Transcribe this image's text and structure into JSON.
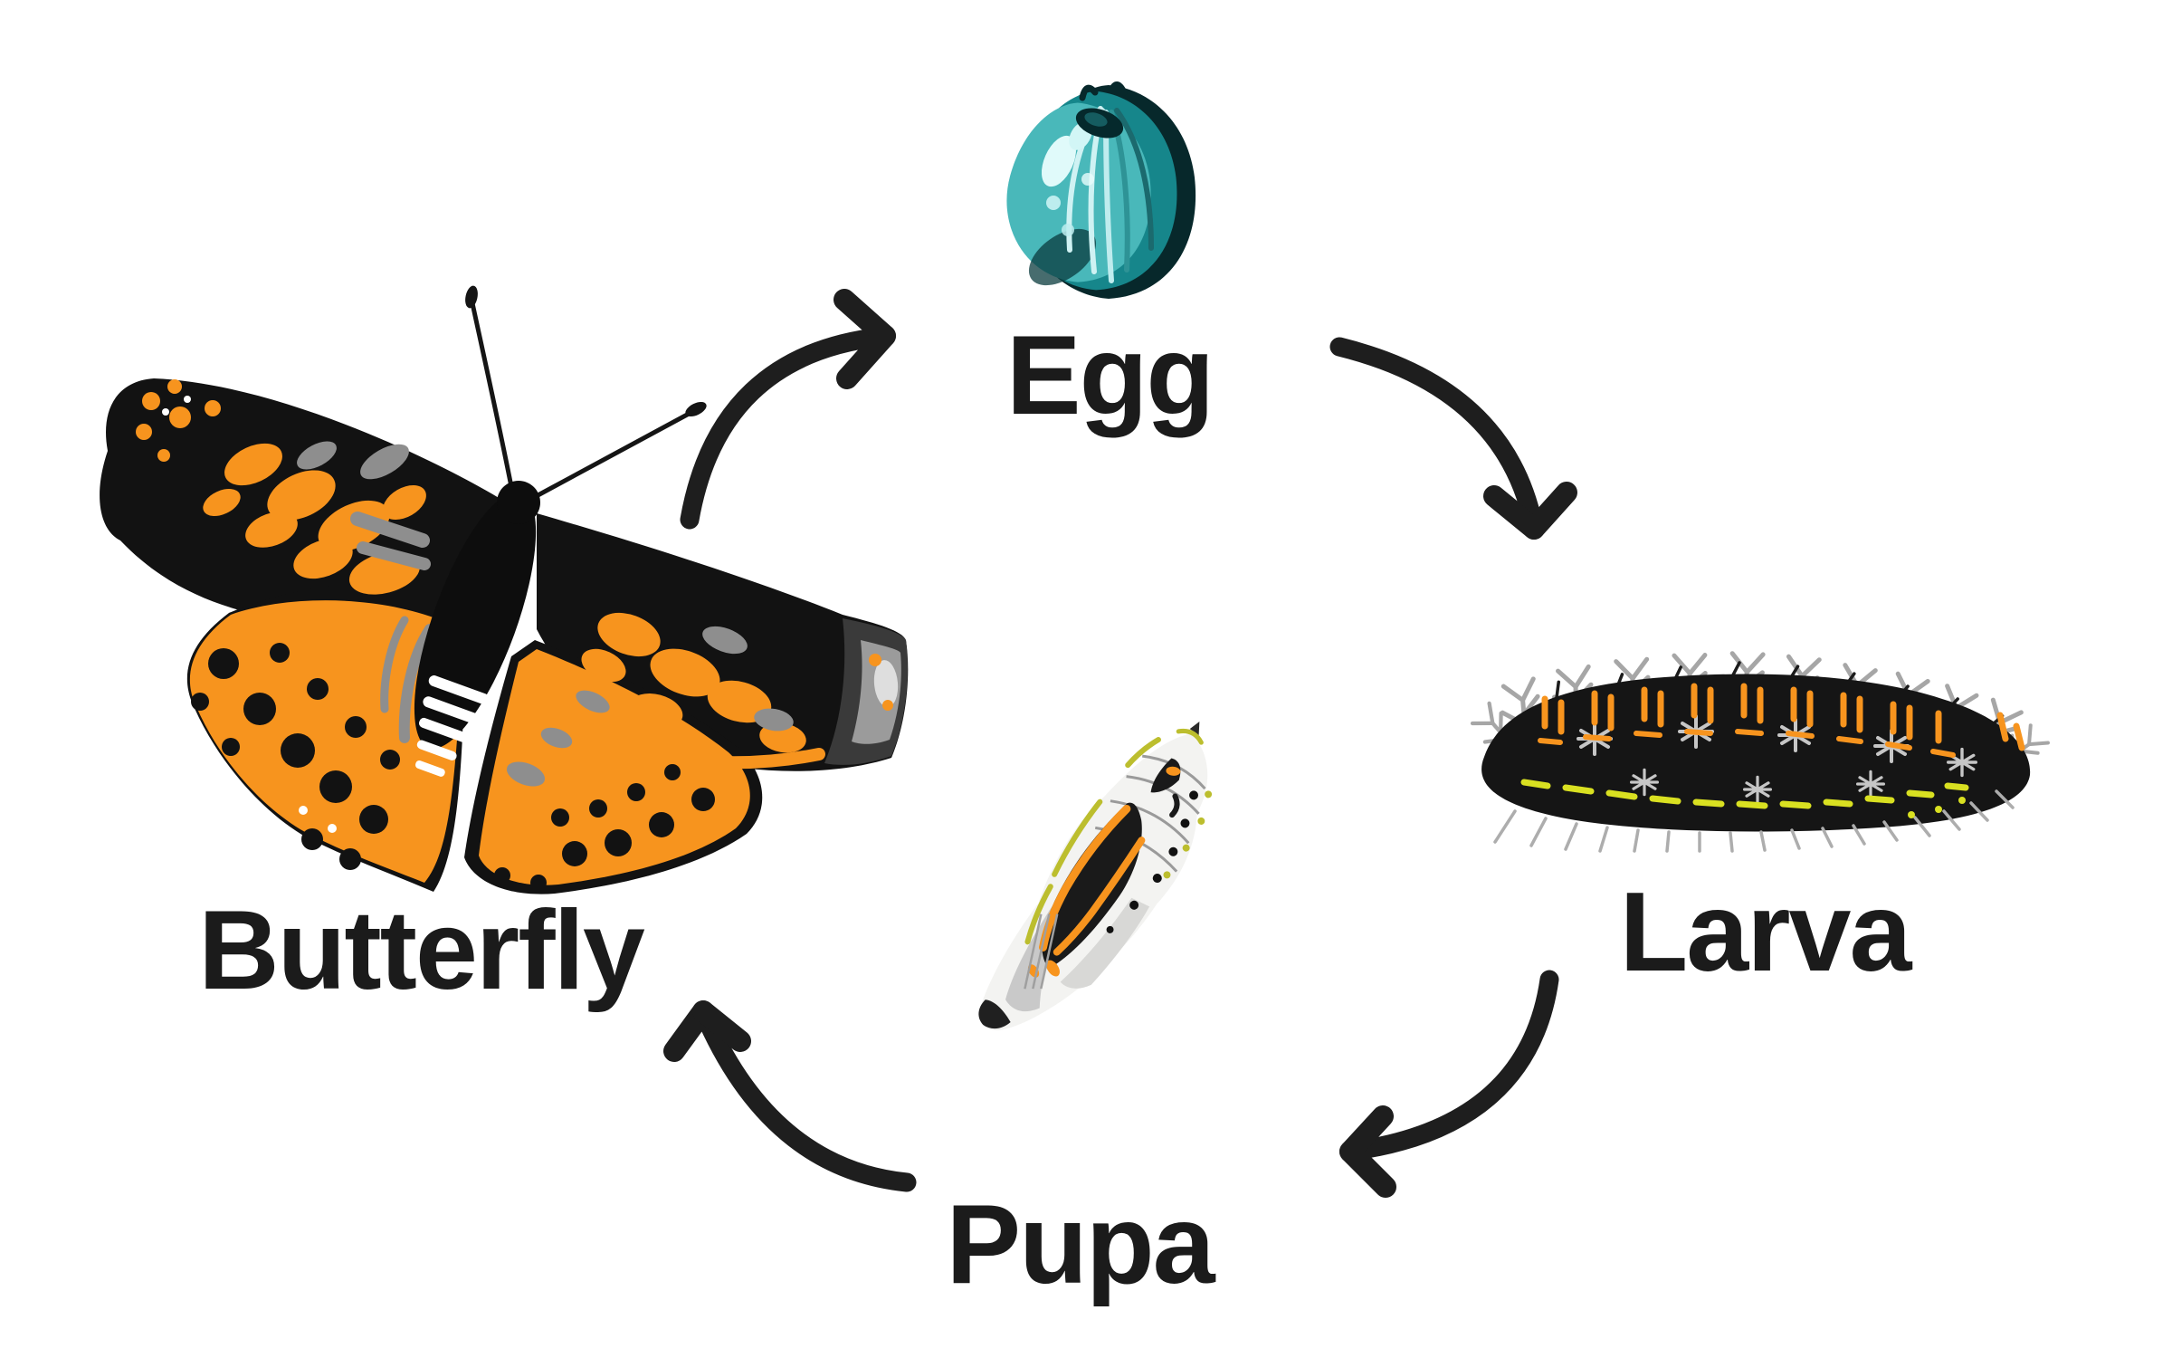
{
  "diagram": {
    "background": "#FFFFFF",
    "stages": [
      {
        "id": "egg",
        "label": "Egg"
      },
      {
        "id": "larva",
        "label": "Larva"
      },
      {
        "id": "pupa",
        "label": "Pupa"
      },
      {
        "id": "butterfly",
        "label": "Butterfly"
      }
    ],
    "transitions": [
      {
        "from": "Butterfly",
        "to": "Egg"
      },
      {
        "from": "Egg",
        "to": "Larva"
      },
      {
        "from": "Larva",
        "to": "Pupa"
      },
      {
        "from": "Pupa",
        "to": "Butterfly"
      }
    ],
    "colors": {
      "text": "#1B1B1B",
      "arrow": "#1E1E1E",
      "orange": "#F7941E",
      "teal": "#2FA8AA",
      "teal_dark": "#07282B",
      "teal_light": "#BFECEE",
      "gray": "#8E8E8E",
      "yellow": "#D9E021",
      "olive": "#BCBE2E",
      "ink_black": "#121212",
      "pupa_body": "#F3F3F1"
    }
  }
}
